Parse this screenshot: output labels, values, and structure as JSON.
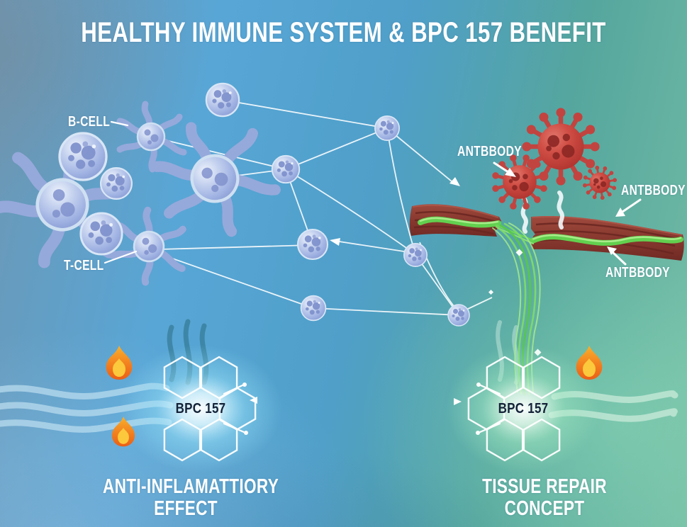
{
  "title": "HEALTHY IMMUNE SYSTEM & BPC 157 BENEFIT",
  "cells": {
    "b_cell_label": "B-CELL",
    "t_cell_label": "T-CELL"
  },
  "antibodies": {
    "labels": [
      "ANTBBODY",
      "ANTBBODY",
      "ANTBBODY"
    ]
  },
  "molecules": {
    "left": {
      "label": "BPC 157",
      "caption_line1": "ANTI-INFLAMATTIORY",
      "caption_line2": "EFFECT"
    },
    "right": {
      "label": "BPC 157",
      "caption_line1": "TISSUE REPAIR",
      "caption_line2": "CONCEPT"
    }
  },
  "icons": [
    "flame-icon",
    "virus-icon",
    "b-cell-icon",
    "t-cell-icon",
    "immune-cell-icon",
    "muscle-tissue-icon",
    "repair-fiber-icon",
    "hexagon-molecule-icon",
    "wave-icon",
    "network-lines",
    "pointer-arrow-icon",
    "worm-icon"
  ],
  "colors": {
    "background_steel_blue": "#6d97b4",
    "background_sky_blue": "#55a4d5",
    "background_green": "#74bda5",
    "title_text": "#ffffff",
    "label_text": "#ffffff",
    "molecule_text": "#142238",
    "cell_blue": "#a9b9e4",
    "cell_spot": "#8091cc",
    "virus_red": "#c0413a",
    "muscle_red": "#8a3a30",
    "fiber_green": "#5ec94e",
    "flame_orange": "#f2801f",
    "flame_yellow": "#fcc93c",
    "glow_left_cyan": "#9ae1f8",
    "glow_right_green": "#a5ebc3",
    "wave_light_blue": "#b9dcef",
    "wave_dark_teal": "#2c6e84",
    "network_line": "#ffffff"
  }
}
